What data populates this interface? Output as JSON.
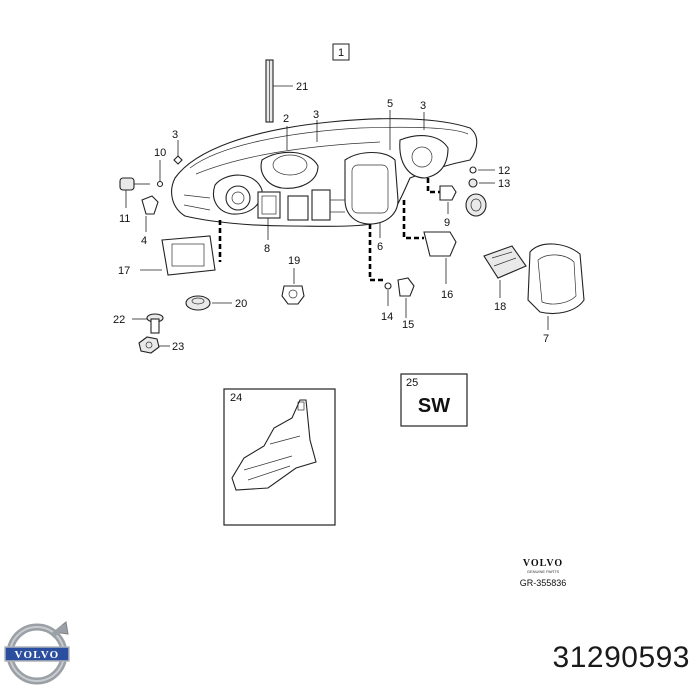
{
  "diagram": {
    "box_label": "1",
    "callouts": {
      "c21": "21",
      "c2": "2",
      "c3a": "3",
      "c3b": "3",
      "c3c": "3",
      "c5": "5",
      "c10": "10",
      "c11": "11",
      "c4": "4",
      "c12": "12",
      "c13": "13",
      "c9": "9",
      "c8": "8",
      "c6": "6",
      "c17": "17",
      "c19": "19",
      "c16": "16",
      "c18": "18",
      "c20": "20",
      "c14": "14",
      "c15": "15",
      "c7": "7",
      "c22": "22",
      "c23": "23"
    },
    "inset_24": {
      "number": "24"
    },
    "inset_25": {
      "number": "25",
      "text": "SW"
    },
    "footer_brand": "VOLVO",
    "footer_brand_sub": "GENUINE PARTS",
    "drawing_ref": "GR-355836"
  },
  "logo": {
    "text": "VOLVO"
  },
  "part_number": "31290593",
  "colors": {
    "logo_blue": "#2b4f9e",
    "logo_silver": "#9aa0a6",
    "ink": "#222222"
  }
}
